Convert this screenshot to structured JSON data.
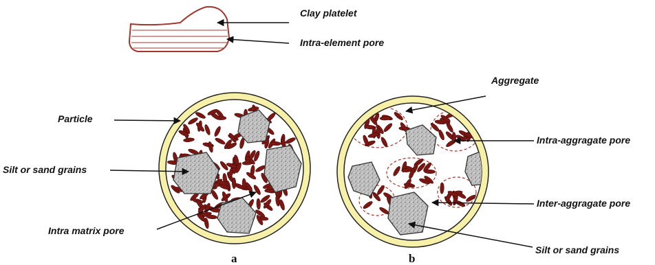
{
  "labels": {
    "clay_platelet": "Clay platelet",
    "intra_element_pore": "Intra-element pore",
    "aggregate": "Aggregate",
    "particle": "Particle",
    "silt_sand_a": "Silt or sand grains",
    "intra_aggregate_pore": "Intra-aggragate pore",
    "inter_aggregate_pore": "Inter-aggragate pore",
    "intra_matrix_pore": "Intra matrix pore",
    "silt_sand_b": "Silt or sand grains",
    "caption_a": "a",
    "caption_b": "b"
  },
  "colors": {
    "particle": "#7a1712",
    "ring": "#f6f0a8",
    "outline": "#222222",
    "grain": "#b8b8b8",
    "platelet": "#a0362c",
    "aggregate_dash": "#b0302a"
  }
}
